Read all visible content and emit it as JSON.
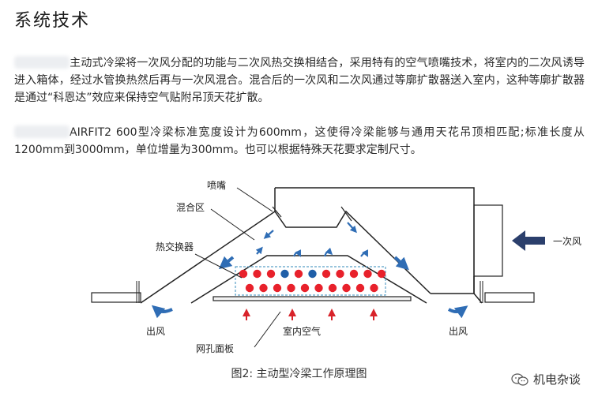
{
  "title": "系统技术",
  "paragraphs": [
    "主动式冷梁将一次风分配的功能与二次风热交换相结合，采用特有的空气喷嘴技术，将室内的二次风诱导进入箱体，经过水管换热然后再与一次风混合。混合后的一次风和二次风通过等廓扩散器送入室内，这种等廓扩散器是通过“科恩达”效应来保持空气贴附吊顶天花扩散。",
    "AIRFIT2 600型冷梁标准宽度设计为600mm，这使得冷梁能够与通用天花吊顶相匹配;标准长度从1200mm到3000mm，单位增量为300mm。也可以根据特殊天花要求定制尺寸。"
  ],
  "diagram": {
    "labels": {
      "nozzle": "喷嘴",
      "mixing_zone": "混合区",
      "heat_exchanger": "热交换器",
      "primary_air": "一次风",
      "outlet_left": "出风",
      "outlet_right": "出风",
      "room_air": "室内空气",
      "perforated_panel": "网孔面板"
    },
    "colors": {
      "hot": "#e8212b",
      "cold": "#1f5fa8",
      "arrow_blue": "#2f6db5",
      "arrow_red": "#d8232a",
      "primary_arrow": "#2b3f6c"
    },
    "coil_rows": [
      [
        "hot",
        "hot",
        "hot",
        "cold",
        "hot",
        "cold",
        "hot",
        "hot",
        "hot",
        "hot",
        "hot"
      ],
      [
        "hot",
        "hot",
        "hot",
        "hot",
        "hot",
        "hot",
        "hot",
        "hot",
        "hot",
        "hot"
      ]
    ]
  },
  "caption": "图2: 主动型冷梁工作原理图",
  "watermark": "机电杂谈"
}
